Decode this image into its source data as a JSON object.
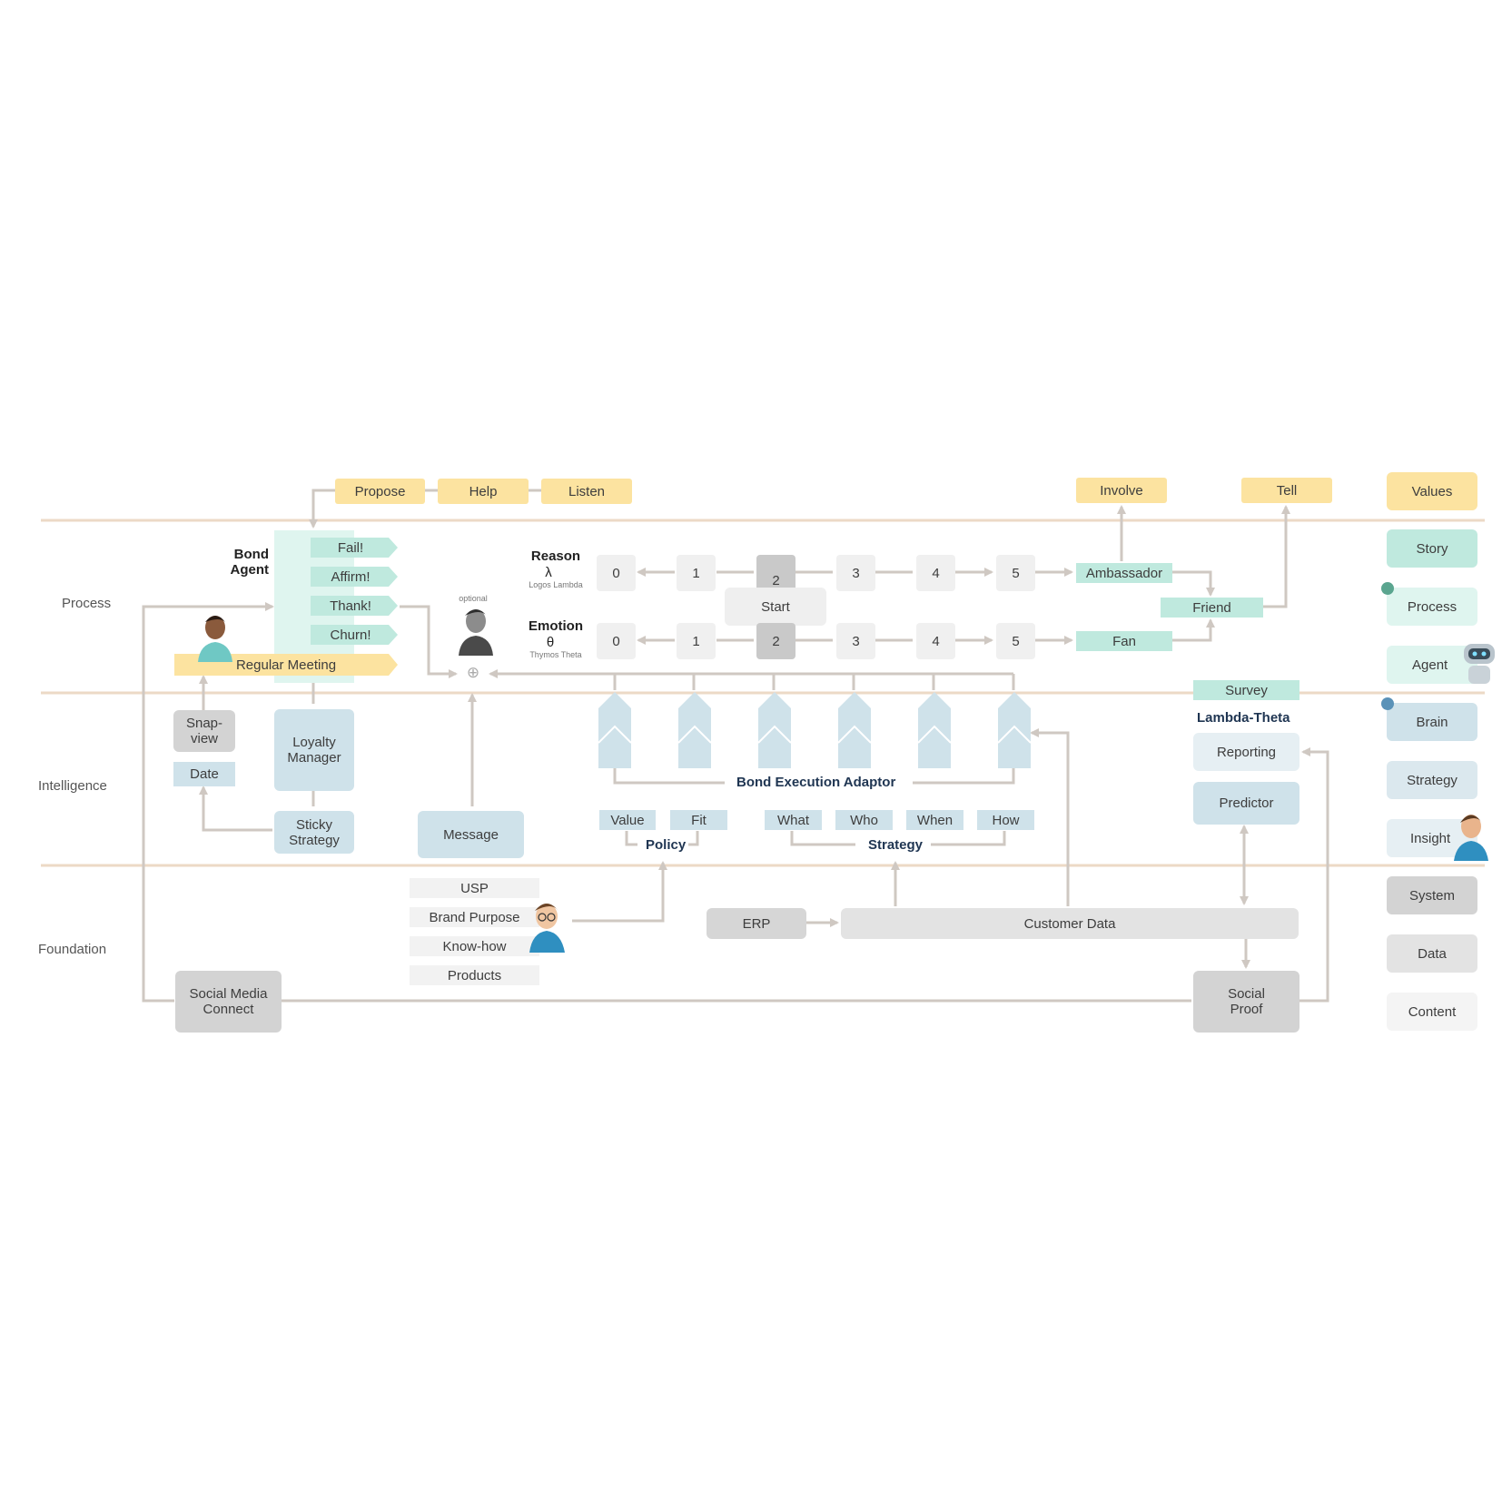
{
  "layers": {
    "process": "Process",
    "intelligence": "Intelligence",
    "foundation": "Foundation"
  },
  "values_top": {
    "propose": "Propose",
    "help": "Help",
    "listen": "Listen",
    "involve": "Involve",
    "tell": "Tell"
  },
  "bond_agent": {
    "label": "Bond\nAgent",
    "steps": [
      "Fail!",
      "Affirm!",
      "Thank!",
      "Churn!"
    ],
    "meeting": "Regular Meeting"
  },
  "optional_label": "optional",
  "plus_symbol": "⊕",
  "reason": {
    "title": "Reason",
    "symbol": "λ",
    "sub": "Logos Lambda",
    "levels": [
      "0",
      "1",
      "2",
      "3",
      "4",
      "5"
    ]
  },
  "emotion": {
    "title": "Emotion",
    "symbol": "θ",
    "sub": "Thymos Theta",
    "levels": [
      "0",
      "1",
      "2",
      "3",
      "4",
      "5"
    ]
  },
  "start_label": "Start",
  "outcomes": {
    "ambassador": "Ambassador",
    "friend": "Friend",
    "fan": "Fan"
  },
  "survey": "Survey",
  "lambda_theta": "Lambda-Theta",
  "reporting": "Reporting",
  "predictor": "Predictor",
  "intelligence_items": {
    "snapview": "Snap-\nview",
    "date": "Date",
    "loyalty_manager": "Loyalty\nManager",
    "sticky_strategy": "Sticky\nStrategy",
    "message": "Message"
  },
  "bond_execution_adaptor": "Bond Execution Adaptor",
  "policy": {
    "title": "Policy",
    "items": [
      "Value",
      "Fit"
    ]
  },
  "strategy": {
    "title": "Strategy",
    "items": [
      "What",
      "Who",
      "When",
      "How"
    ]
  },
  "foundation_items": {
    "usp": "USP",
    "brand_purpose": "Brand Purpose",
    "know_how": "Know-how",
    "products": "Products",
    "erp": "ERP",
    "customer_data": "Customer Data",
    "social_media_connect": "Social Media\nConnect",
    "social_proof": "Social\nProof"
  },
  "legend": {
    "values": "Values",
    "story": "Story",
    "process": "Process",
    "agent": "Agent",
    "brain": "Brain",
    "strategy": "Strategy",
    "insight": "Insight",
    "system": "System",
    "data": "Data",
    "content": "Content"
  },
  "colors": {
    "values": "#fce3a0",
    "story": "#bfe9de",
    "process": "#dff5ef",
    "brain": "#cfe2ea",
    "insight": "#e6eff3",
    "system": "#d3d3d3",
    "data": "#e3e3e3",
    "content": "#f4f4f4",
    "connector": "#cfc8c2",
    "separator": "#ecd9c6",
    "process_dot": "#5aa58f",
    "brain_dot": "#5a92b8"
  }
}
